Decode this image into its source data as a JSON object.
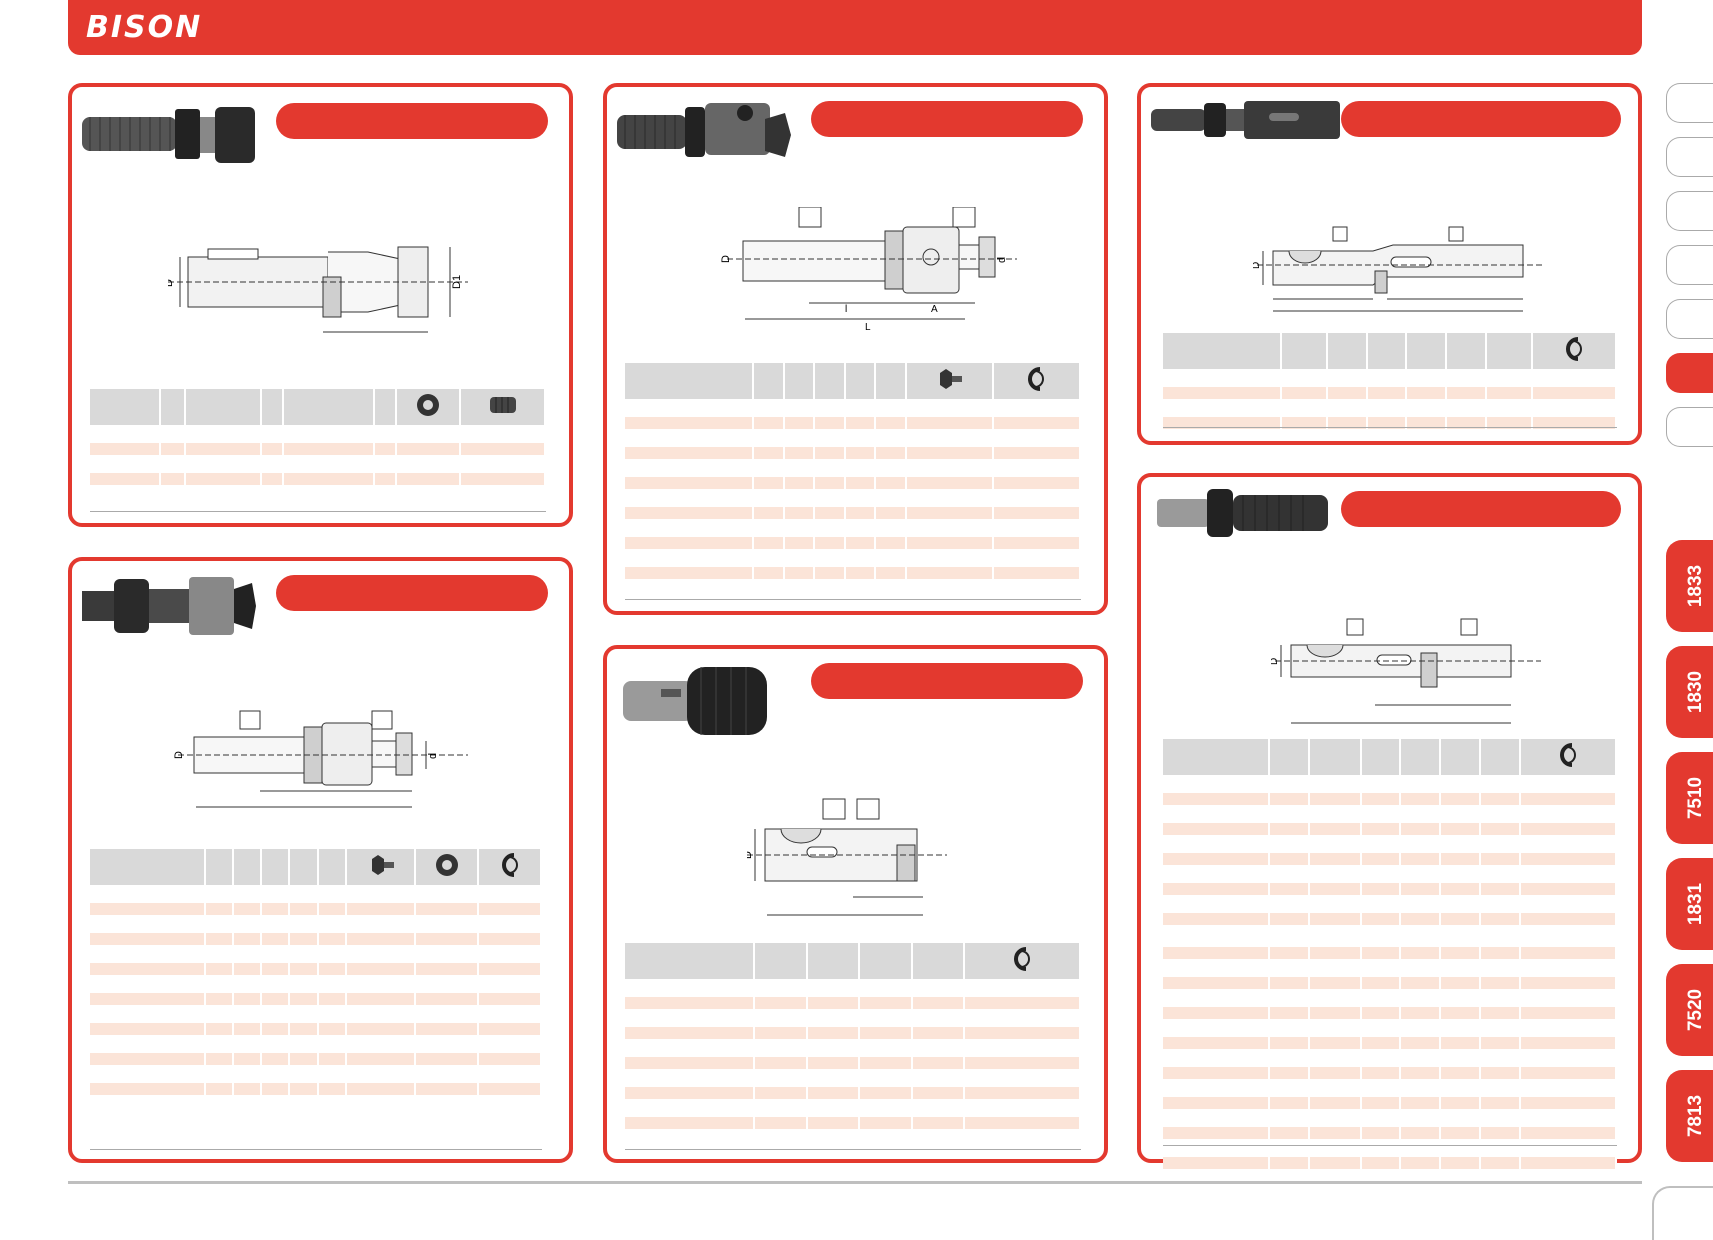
{
  "header": {
    "brand": "BISON"
  },
  "side_tabs": {
    "numbers": [
      "1833",
      "1830",
      "7510",
      "1831",
      "7520",
      "7813"
    ]
  },
  "drawing_labels": {
    "D": "D",
    "D1": "D1",
    "d": "d",
    "L": "L",
    "l": "l",
    "A": "A"
  },
  "colors": {
    "brand_red": "#e3392f",
    "row_pink": "#fbe4d8",
    "header_grey": "#d9d9d9"
  },
  "icons": [
    "collet-nut-icon",
    "set-screw-icon",
    "star-knob-icon",
    "ring-icon",
    "snap-ring-icon"
  ]
}
